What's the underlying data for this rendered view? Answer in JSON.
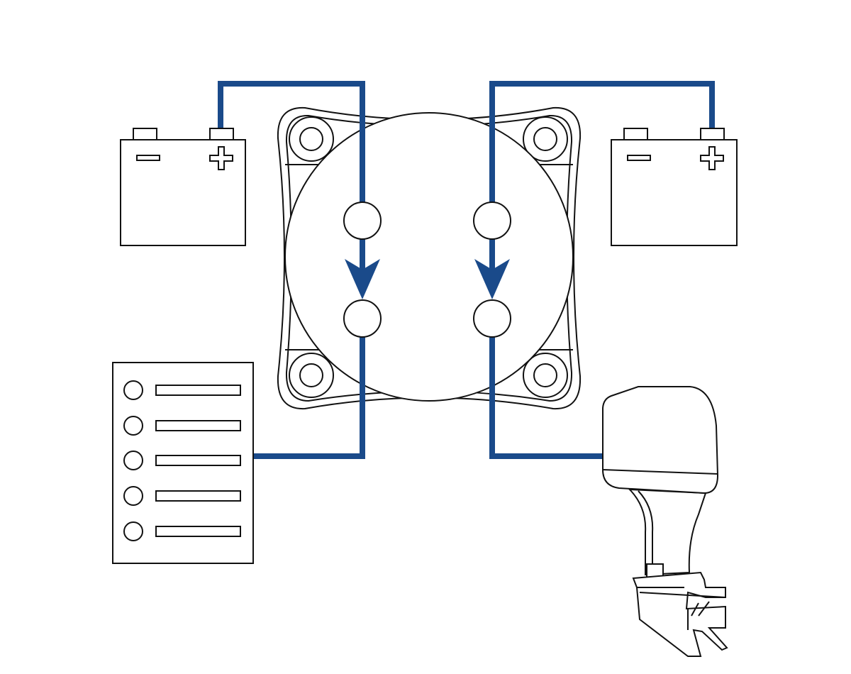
{
  "diagram": {
    "wire_color": "#1a4a8a",
    "line_color": "#111111",
    "components": [
      "battery-1",
      "battery-2",
      "battery-switch",
      "distribution-panel",
      "outboard-motor"
    ],
    "panel_circuit_count": 5
  }
}
